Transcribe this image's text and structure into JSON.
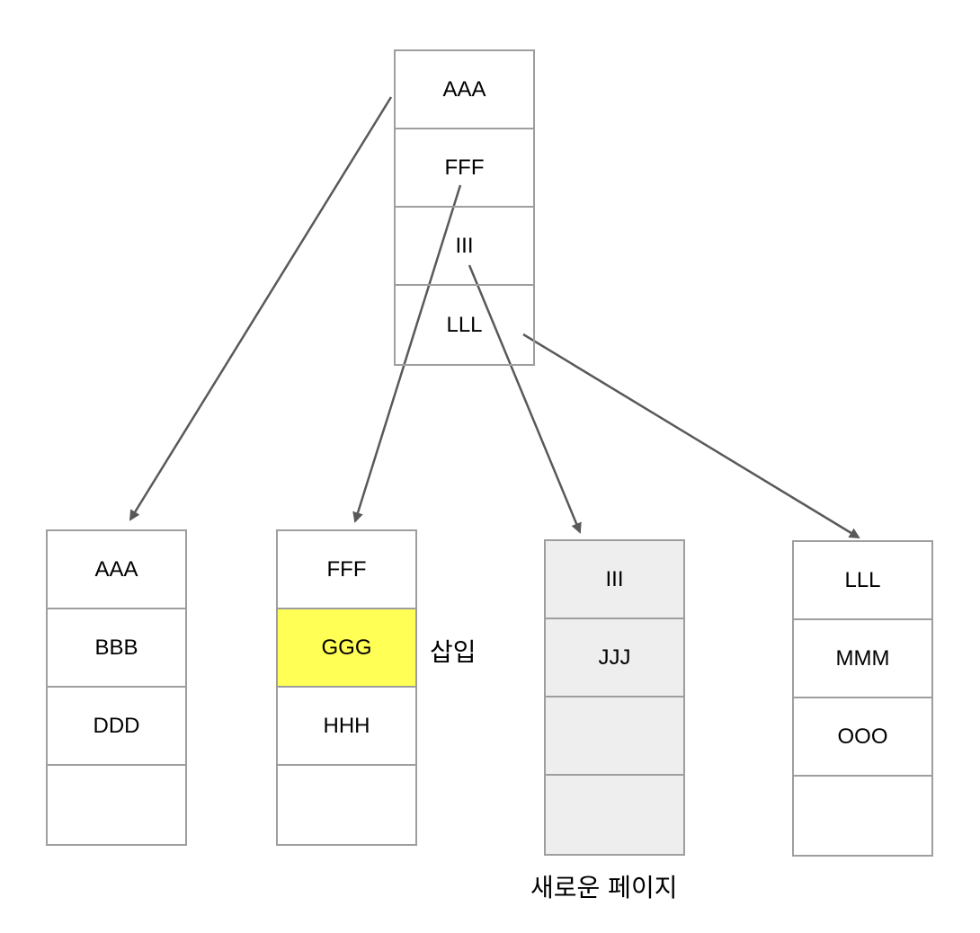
{
  "root": {
    "cells": [
      "AAA",
      "FFF",
      "III",
      "LLL"
    ]
  },
  "leaves": [
    {
      "id": "leaf-1",
      "cells": [
        "AAA",
        "BBB",
        "DDD",
        ""
      ],
      "bg": "#ffffff"
    },
    {
      "id": "leaf-2",
      "cells": [
        "FFF",
        "GGG",
        "HHH",
        ""
      ],
      "bg": "#ffffff"
    },
    {
      "id": "leaf-3",
      "cells": [
        "III",
        "JJJ",
        "",
        ""
      ],
      "bg": "#eeeeee"
    },
    {
      "id": "leaf-4",
      "cells": [
        "LLL",
        "MMM",
        "OOO",
        ""
      ],
      "bg": "#ffffff"
    }
  ],
  "highlight": {
    "leaf": 1,
    "cell": 1,
    "color": "#ffff55"
  },
  "labels": {
    "insert": "삽입",
    "new_page": "새로운 페이지"
  },
  "colors": {
    "border": "#9e9e9e",
    "arrow": "#595959"
  }
}
